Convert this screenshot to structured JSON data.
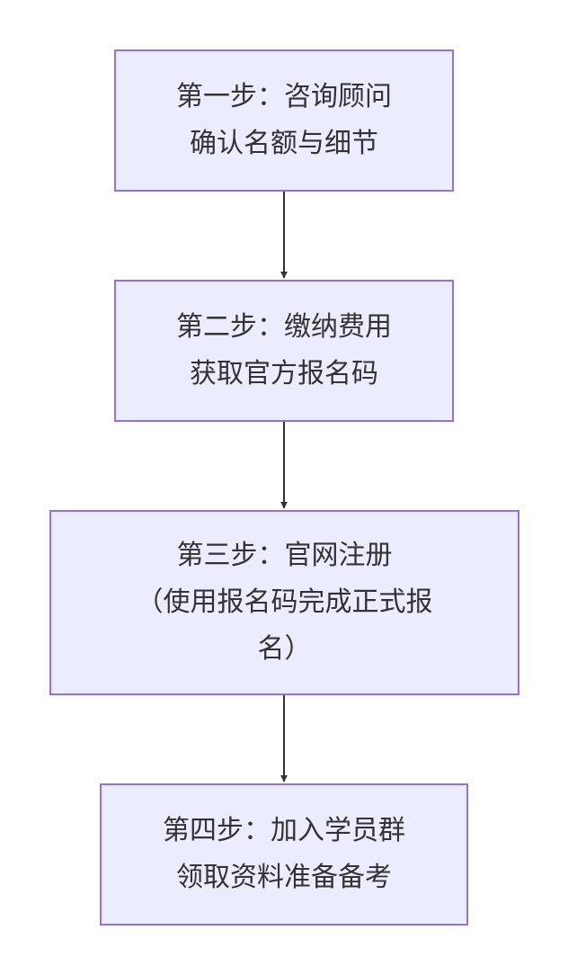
{
  "flowchart": {
    "colors": {
      "node_fill": "#ECECFF",
      "node_border": "#9370DB",
      "text": "#333333",
      "edge": "#333333"
    },
    "steps": [
      {
        "lines": [
          "第一步：咨询顾问",
          "确认名额与细节"
        ]
      },
      {
        "lines": [
          "第二步：缴纳费用",
          "获取官方报名码"
        ]
      },
      {
        "lines": [
          "第三步：官网注册",
          "（使用报名码完成正式报",
          "名）"
        ]
      },
      {
        "lines": [
          "第四步：加入学员群",
          "领取资料准备备考"
        ]
      }
    ]
  }
}
